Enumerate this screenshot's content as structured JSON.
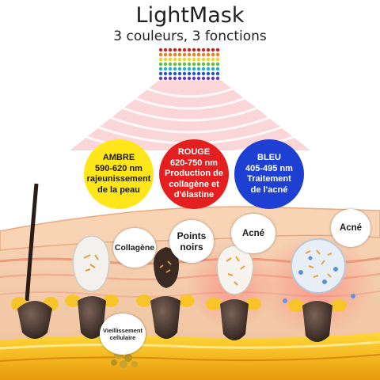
{
  "header": {
    "title": "LightMask",
    "subtitle": "3 couleurs, 3 fonctions"
  },
  "colors": {
    "amber": "#ffe61a",
    "red": "#e41f1f",
    "blue": "#1d3fd2",
    "skin": "#f6c9a6",
    "fat": "#f5c21a",
    "follicle": "#3d2a22"
  },
  "lights": [
    {
      "name": "AMBRE",
      "range": "590-620 nm",
      "lines": [
        "rajeunissement",
        "de la peau"
      ]
    },
    {
      "name": "ROUGE",
      "range": "620-750 nm",
      "lines": [
        "Production de",
        "collagène et",
        "d'élastine"
      ]
    },
    {
      "name": "BLEU",
      "range": "405-495 nm",
      "lines": [
        "Traitement",
        "de l'acné"
      ]
    }
  ],
  "labels": {
    "collagene": "Collagène",
    "points_noirs_1": "Points",
    "points_noirs_2": "noirs",
    "acne_1": "Acné",
    "acne_2": "Acné",
    "vieillissement_1": "Vieillissement",
    "vieillissement_2": "cellulaire"
  }
}
